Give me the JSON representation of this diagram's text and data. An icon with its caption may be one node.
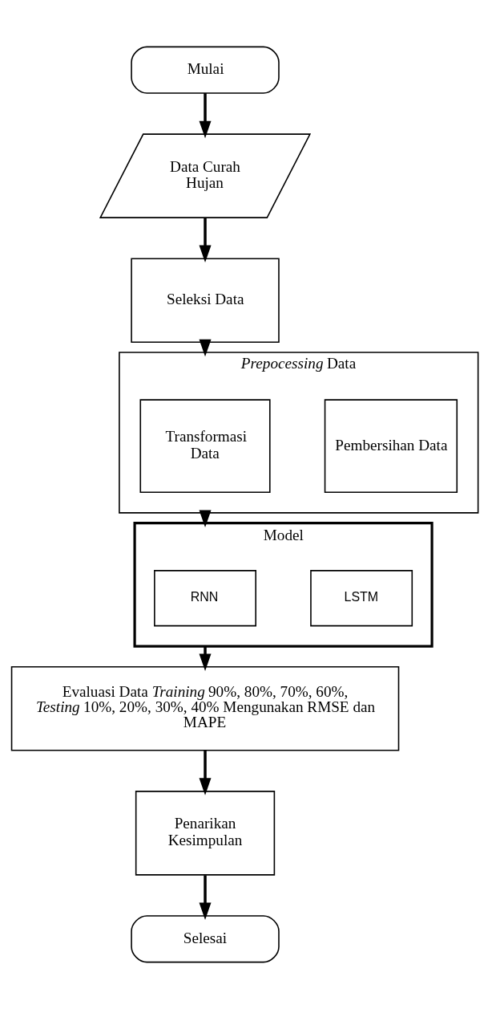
{
  "diagram": {
    "nodes": [
      {
        "text": [
          "Mulai"
        ]
      },
      {
        "text": [
          "Data Curah Hujan"
        ]
      },
      {
        "text": [
          "Seleksi Data"
        ]
      },
      {
        "text": [
          "*Prepocessing* Data"
        ]
      },
      {
        "text": [
          "Transformasi Data"
        ],
        "in": 3
      },
      {
        "text": [
          "Pembersihan Data"
        ],
        "in": 3
      },
      {
        "text": [
          "Model"
        ]
      },
      {
        "text": [
          "RNN"
        ],
        "in": 6
      },
      {
        "text": [
          "LSTM"
        ],
        "in": 6
      },
      {
        "text": [
          "Evaluasi Data *Training* 90%, 80%, 70%, 60%, *Testing* 10%, 20%, 30%, 40% Mengunakan RMSE dan MAPE"
        ]
      },
      {
        "text": [
          "Penarikan Kesimpulan"
        ]
      },
      {
        "text": [
          "Selesai"
        ]
      }
    ],
    "edges": [
      {
        "from": 0,
        "to": 1,
        "arrow": "to"
      },
      {
        "from": 1,
        "to": 2,
        "arrow": "to"
      },
      {
        "from": 2,
        "to": 3,
        "arrow": "to"
      },
      {
        "from": 3,
        "to": 6,
        "arrow": "to"
      },
      {
        "from": 6,
        "to": 9,
        "arrow": "to"
      },
      {
        "from": 9,
        "to": 10,
        "arrow": "to"
      },
      {
        "from": 10,
        "to": 11,
        "arrow": "to"
      }
    ]
  }
}
